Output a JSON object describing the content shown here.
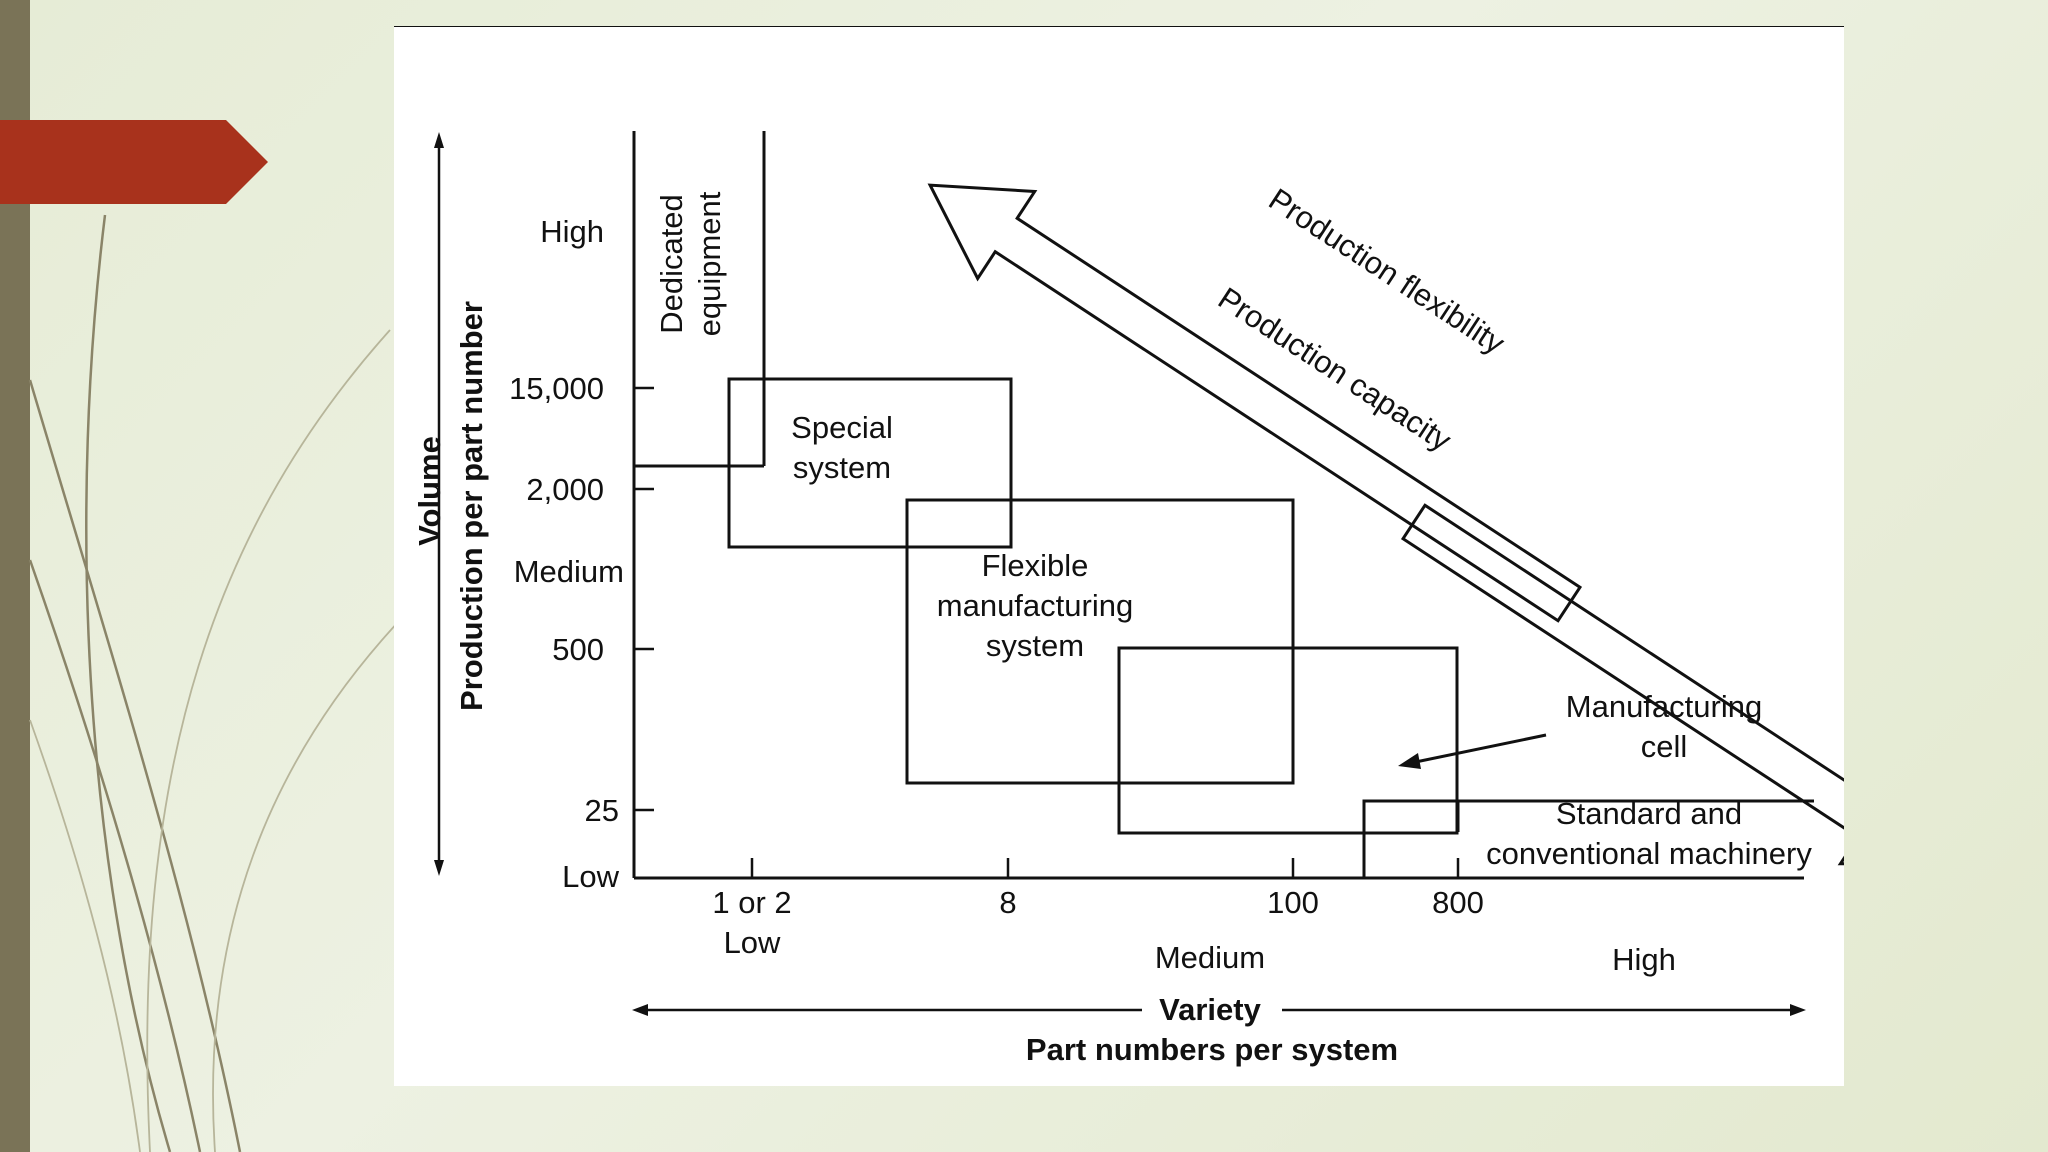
{
  "slide": {
    "accent_color": "#a8321c",
    "bar_color": "#7a7357"
  },
  "diagram": {
    "y_axis": {
      "title": "Volume",
      "subtitle": "Production per part number",
      "ticks": [
        "High",
        "15,000",
        "2,000",
        "Medium",
        "500",
        "25",
        "Low"
      ]
    },
    "x_axis": {
      "title": "Variety",
      "subtitle": "Part numbers per system",
      "ticks": [
        "1 or 2",
        "8",
        "100",
        "800"
      ],
      "levels": [
        "Low",
        "Medium",
        "High"
      ]
    },
    "regions": {
      "dedicated": [
        "Dedicated",
        "equipment"
      ],
      "special": [
        "Special",
        "system"
      ],
      "fms": [
        "Flexible",
        "manufacturing",
        "system"
      ],
      "cell": [
        "Manufacturing",
        "cell"
      ],
      "standard": [
        "Standard and",
        "conventional machinery"
      ]
    },
    "arrows": {
      "capacity": "Production capacity",
      "flexibility": "Production flexibility"
    }
  }
}
